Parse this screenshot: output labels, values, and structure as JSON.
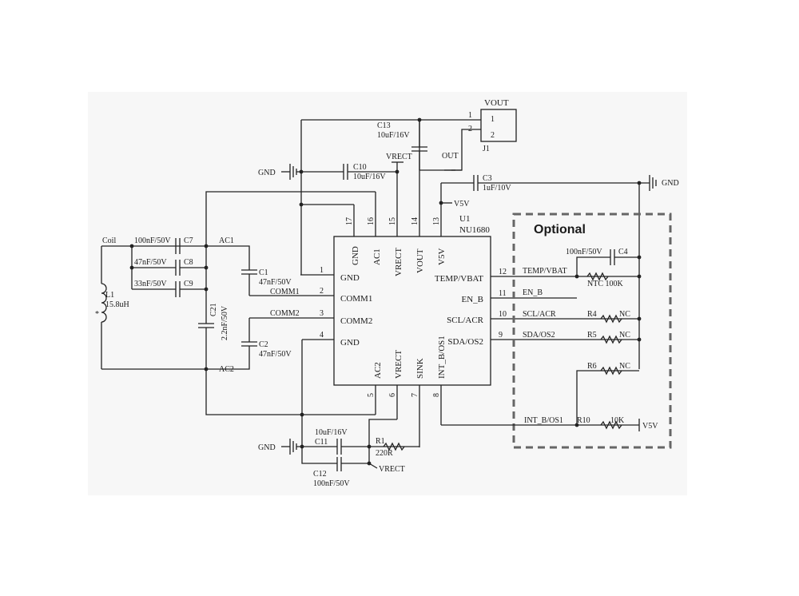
{
  "ic": {
    "ref": "U1",
    "part": "NU1680",
    "pins_left": [
      {
        "num": "1",
        "name": "GND"
      },
      {
        "num": "2",
        "name": "COMM1"
      },
      {
        "num": "3",
        "name": "COMM2"
      },
      {
        "num": "4",
        "name": "GND"
      }
    ],
    "pins_right": [
      {
        "num": "12",
        "name": "TEMP/VBAT"
      },
      {
        "num": "11",
        "name": "EN_B"
      },
      {
        "num": "10",
        "name": "SCL/ACR"
      },
      {
        "num": "9",
        "name": "SDA/OS2"
      }
    ],
    "pins_top": [
      {
        "num": "17",
        "name": "GND"
      },
      {
        "num": "16",
        "name": "AC1"
      },
      {
        "num": "15",
        "name": "VRECT"
      },
      {
        "num": "14",
        "name": "VOUT"
      },
      {
        "num": "13",
        "name": "V5V"
      }
    ],
    "pins_bottom": [
      {
        "num": "5",
        "name": "AC2"
      },
      {
        "num": "6",
        "name": "VRECT"
      },
      {
        "num": "7",
        "name": "SINK"
      },
      {
        "num": "8",
        "name": "INT_B/OS1"
      }
    ]
  },
  "connector": {
    "ref": "J1",
    "net": "VOUT",
    "pin1": "1",
    "pin2": "2",
    "wire1": "1",
    "wire2": "2"
  },
  "coil": {
    "label": "Coil",
    "ref": "L1",
    "value": "15.8uH",
    "dot": "*"
  },
  "nets": {
    "ac1": "AC1",
    "ac2": "AC2",
    "comm1": "COMM1",
    "comm2": "COMM2",
    "vrect": "VRECT",
    "out": "OUT",
    "v5v": "V5V",
    "gnd": "GND",
    "temp": "TEMP/VBAT",
    "en": "EN_B",
    "scl": "SCL/ACR",
    "sda": "SDA/OS2",
    "int": "INT_B/OS1"
  },
  "caps": {
    "c1": {
      "ref": "C1",
      "value": "47nF/50V"
    },
    "c2": {
      "ref": "C2",
      "value": "47nF/50V"
    },
    "c3": {
      "ref": "C3",
      "value": "1uF/10V"
    },
    "c4": {
      "ref": "C4",
      "value": "100nF/50V"
    },
    "c7": {
      "ref": "C7",
      "value": "100nF/50V"
    },
    "c8": {
      "ref": "C8",
      "value": "47nF/50V"
    },
    "c9": {
      "ref": "C9",
      "value": "33nF/50V"
    },
    "c10": {
      "ref": "C10",
      "value": "10uF/16V"
    },
    "c11": {
      "ref": "C11",
      "value": "10uF/16V"
    },
    "c12": {
      "ref": "C12",
      "value": "100nF/50V"
    },
    "c13": {
      "ref": "C13",
      "value": "10uF/16V"
    },
    "c21": {
      "ref": "C21",
      "value": "2.2nF/50V"
    }
  },
  "resistors": {
    "r1": {
      "ref": "R1",
      "value": "220R"
    },
    "r4": {
      "ref": "R4",
      "value": "NC"
    },
    "r5": {
      "ref": "R5",
      "value": "NC"
    },
    "r6": {
      "ref": "R6",
      "value": "NC"
    },
    "r10": {
      "ref": "R10",
      "value": "10K"
    },
    "ntc": {
      "label": "NTC 100K"
    }
  },
  "optional": {
    "title": "Optional"
  }
}
